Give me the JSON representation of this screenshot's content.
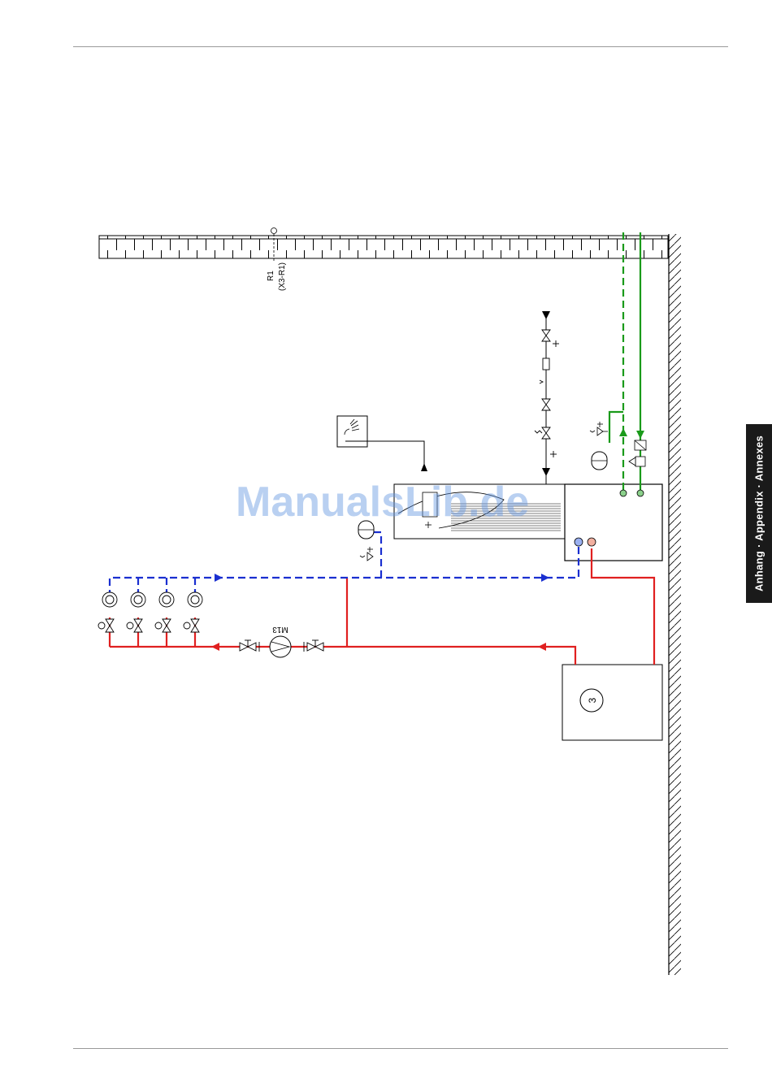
{
  "sensor": {
    "label": "R1",
    "terminal": "(X3-R1)"
  },
  "pump": {
    "label": "M13"
  },
  "heat_source": {
    "number": "3"
  },
  "side_tab": {
    "label": "Anhang · Appendix · Annexes"
  },
  "watermark": "ManualsLib.de",
  "colors": {
    "hot_flow": "#e02020",
    "return_flow": "#1a2fd0",
    "brine": "#1a9a1a",
    "line": "#000000",
    "tab": "#1a1a1a"
  },
  "icons": [
    "shower-icon",
    "pressure-relief-valve-icon",
    "expansion-vessel-icon",
    "gate-valve-icon",
    "circulation-pump-icon",
    "thermostatic-valve-icon",
    "heating-circuit-icon"
  ]
}
